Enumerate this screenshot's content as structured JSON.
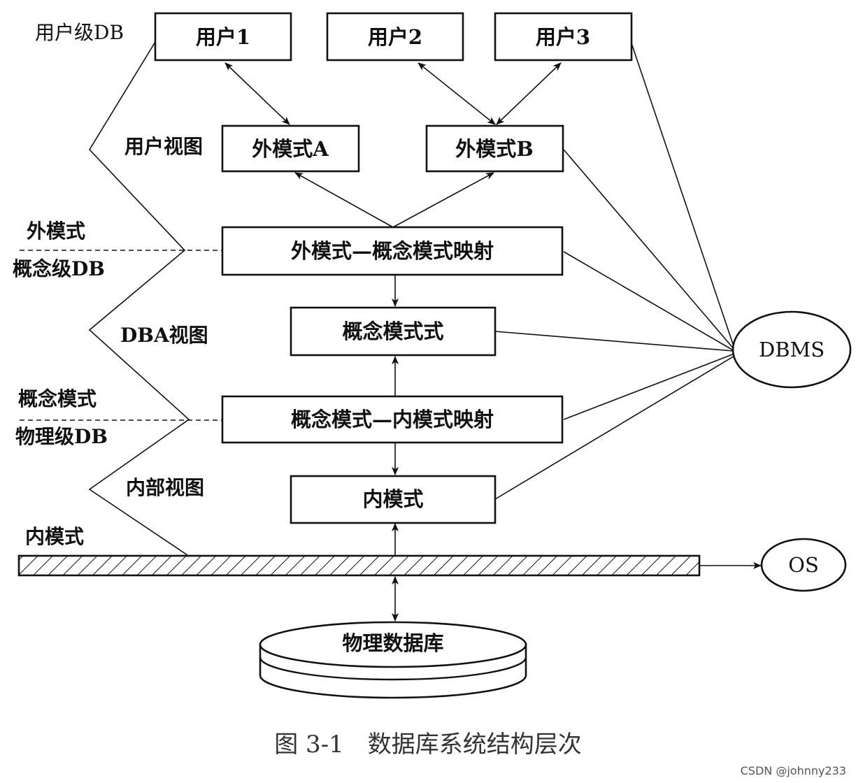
{
  "boxes": {
    "user1": "用户1",
    "user2": "用户2",
    "user3": "用户3",
    "ext_a": "外模式A",
    "ext_b": "外模式B",
    "ext_map": "外模式—概念模式映射",
    "concept": "概念模式式",
    "int_map": "概念模式—内模式映射",
    "internal": "内模式",
    "physical_db": "物理数据库",
    "dbms": "DBMS",
    "os": "OS"
  },
  "side_labels": {
    "user_level_db": "用户级DB",
    "user_view": "用户视图",
    "external_schema": "外模式",
    "concept_level_db": "概念级DB",
    "dba_view": "DBA视图",
    "concept_schema": "概念模式",
    "physical_level_db": "物理级DB",
    "internal_view": "内部视图",
    "internal_schema": "内模式"
  },
  "caption": "图 3-1　数据库系统结构层次",
  "watermark": "CSDN @johnny233"
}
